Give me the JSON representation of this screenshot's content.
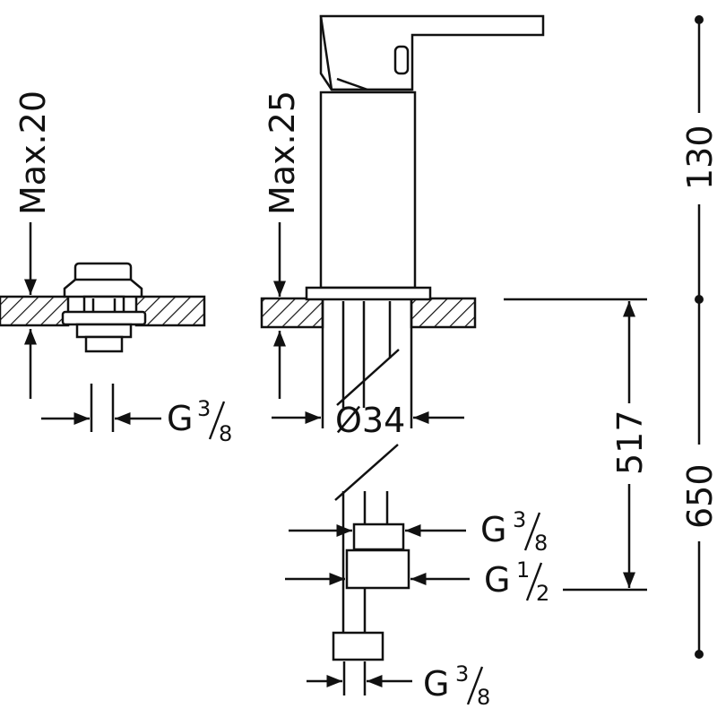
{
  "diagram": {
    "max_left": "Max.20",
    "max_right": "Max.25",
    "thread_left": {
      "letter": "G",
      "num": "3",
      "den": "8"
    },
    "diameter": "Ø34",
    "thread_hose_upper": {
      "letter": "G",
      "num": "3",
      "den": "8"
    },
    "thread_hose_lower": {
      "letter": "G",
      "num": "1",
      "den": "2"
    },
    "thread_bottom": {
      "letter": "G",
      "num": "3",
      "den": "8"
    },
    "dim_517": "517",
    "dim_650": "650",
    "dim_130": "130"
  }
}
